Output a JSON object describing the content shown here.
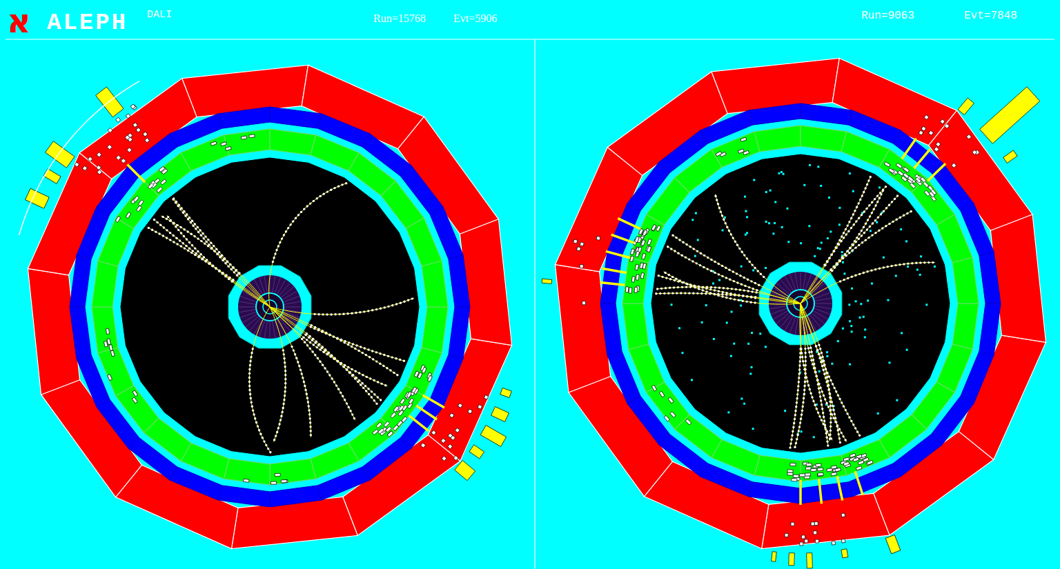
{
  "diagram": {
    "labels": [
      "א",
      "ALEPH",
      "DALI",
      "Run=15768",
      "Evt=5906",
      "Run=9063",
      "Evt=7848"
    ]
  }
}
